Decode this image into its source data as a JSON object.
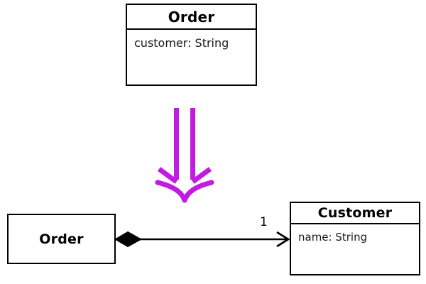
{
  "diagram": {
    "kind": "uml-class-diagram",
    "background_color": "#ffffff",
    "stroke_color": "#000000",
    "accent_color": "#c11ae0"
  },
  "classes": {
    "order_top": {
      "name": "Order",
      "attributes": [
        "customer: String"
      ]
    },
    "order_bottom": {
      "name": "Order",
      "attributes": []
    },
    "customer": {
      "name": "Customer",
      "attributes": [
        "name: String"
      ]
    }
  },
  "relationship": {
    "type": "composition",
    "source": "Order",
    "target": "Customer",
    "source_adornment": "filled-diamond",
    "target_adornment": "open-arrowhead",
    "target_multiplicity": "1"
  },
  "transform_arrow": {
    "name": "refactoring-arrow",
    "color": "#c11ae0",
    "direction": "down",
    "shafts": 2
  }
}
